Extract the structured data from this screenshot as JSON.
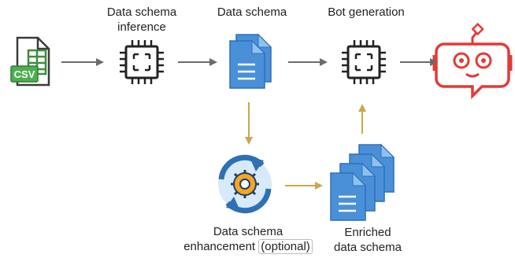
{
  "labels": {
    "inference_line1": "Data schema",
    "inference_line2": "inference",
    "schema": "Data schema",
    "bot_generation": "Bot generation",
    "enhancement_line1": "Data schema",
    "enhancement_line2a": "enhancement",
    "enhancement_optional": "(optional)",
    "enriched_line1": "Enriched",
    "enriched_line2": "data schema"
  },
  "csv_badge": "CSV",
  "colors": {
    "arrow_gray": "#6b6b6b",
    "arrow_gold": "#c9a84c",
    "doc_blue": "#4a90d9",
    "doc_light": "#8ec1ef",
    "csv_green": "#4caf50",
    "robot_red": "#e53935",
    "gear_orange": "#f5a623"
  },
  "icons": [
    "csv-file-icon",
    "processor-chip-icon",
    "document-stack-icon",
    "processor-chip-icon",
    "robot-head-icon",
    "cycle-gear-icon",
    "document-stack-icon"
  ]
}
